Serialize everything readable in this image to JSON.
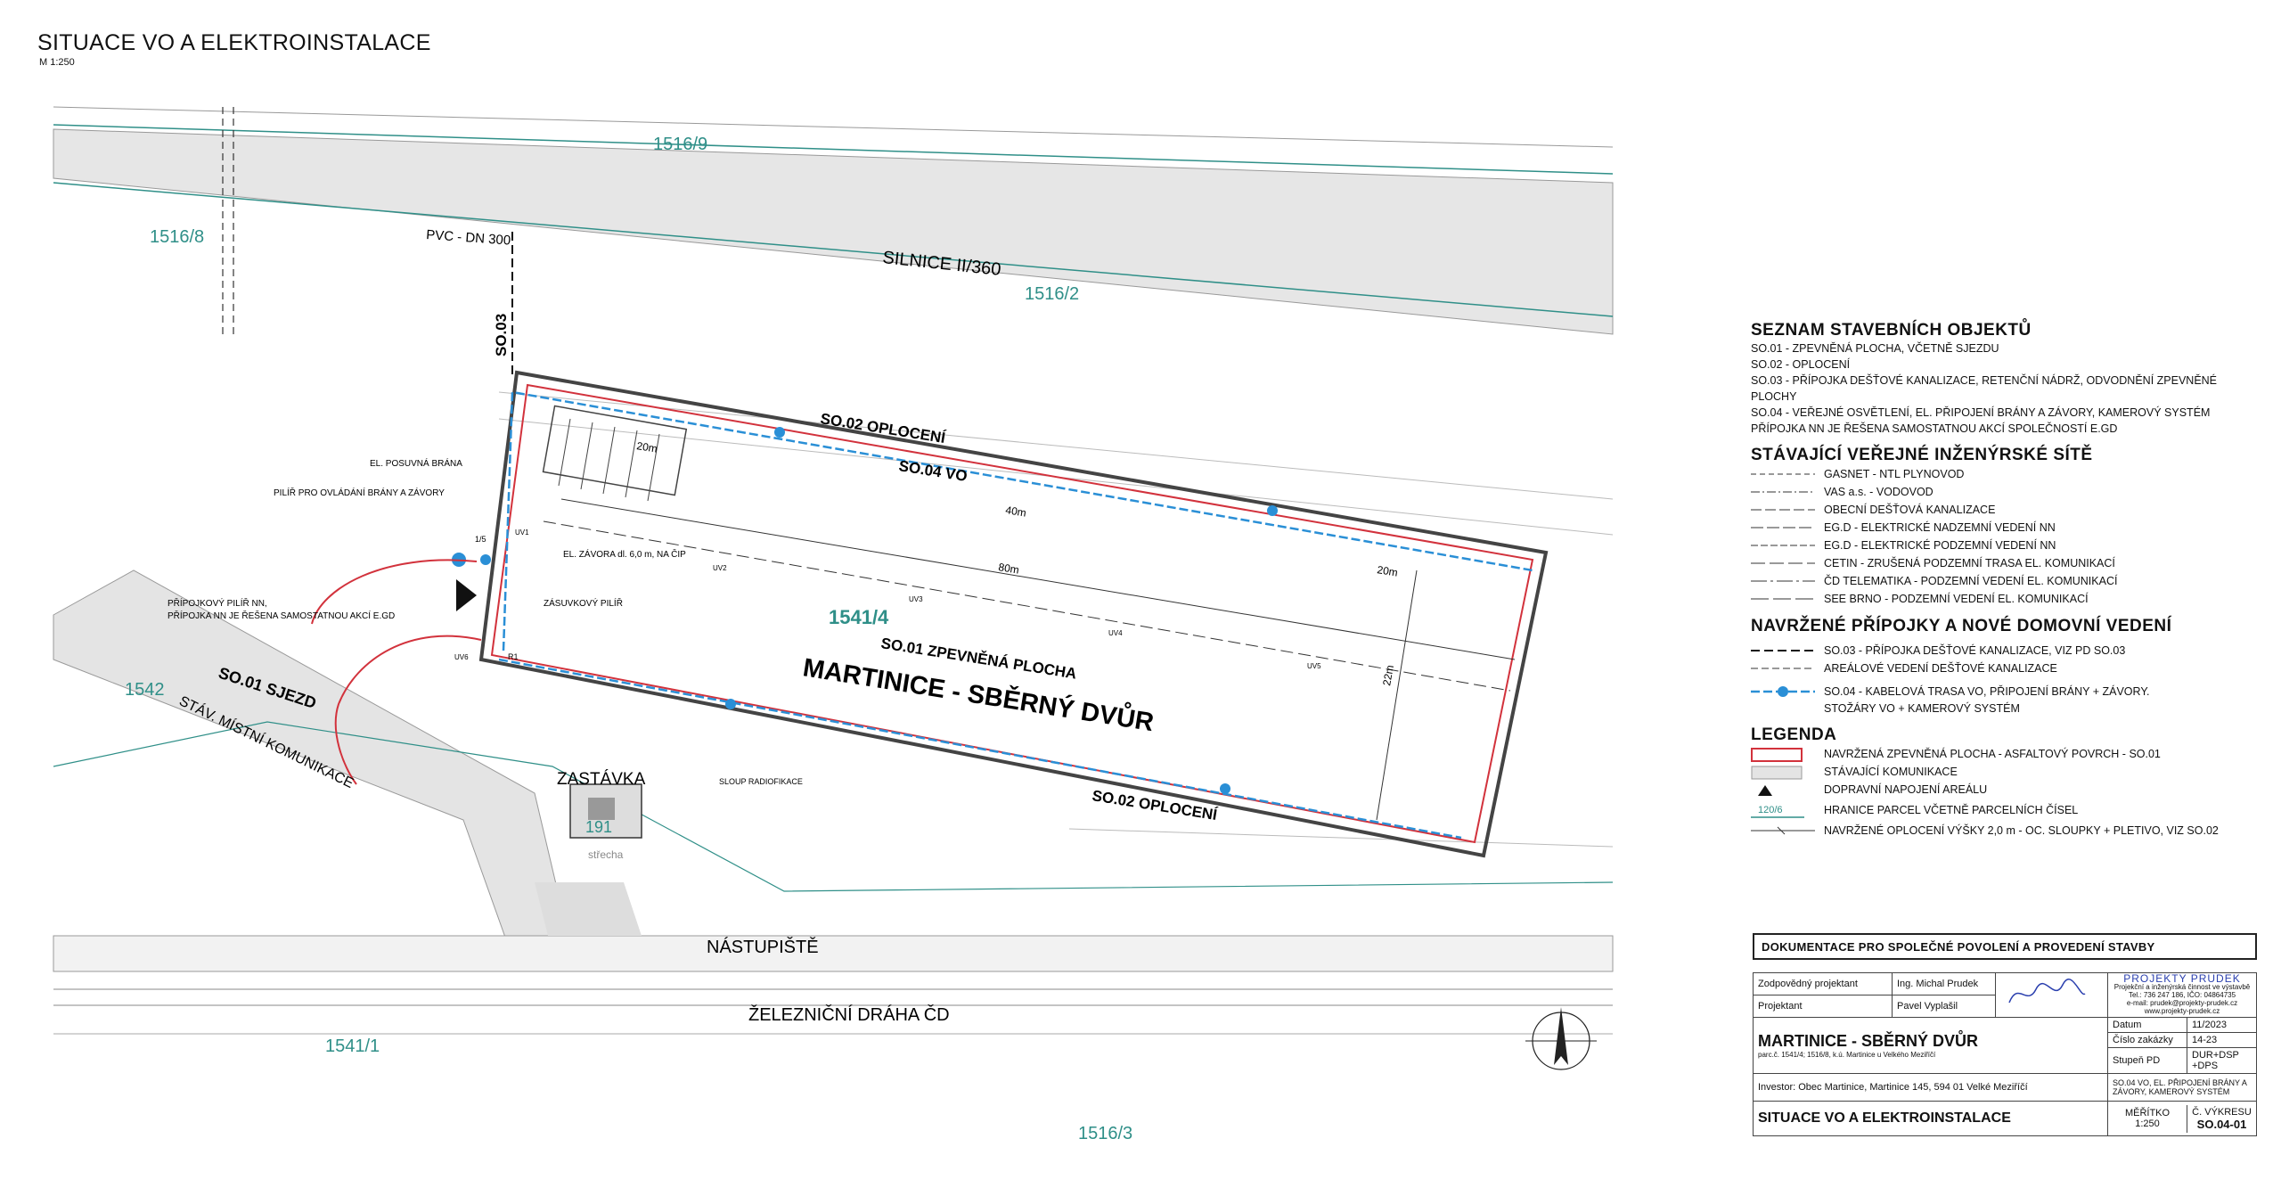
{
  "title": "SITUACE VO A ELEKTROINSTALACE",
  "scale": "M 1:250",
  "map": {
    "parcels": [
      "1516/9",
      "1516/8",
      "1516/2",
      "1542",
      "1541/4",
      "191",
      "1541/1",
      "1516/3"
    ],
    "road_label": "SILNICE II/360",
    "pipe_label": "PVC - DN 300",
    "so03_label": "SO.03",
    "so02_top": "SO.02 OPLOCENÍ",
    "so04": "SO.04 VO",
    "so02_bottom": "SO.02 OPLOCENÍ",
    "so01_title": "SO.01 ZPEVNĚNÁ PLOCHA",
    "main_title": "MARTINICE - SBĚRNÝ DVŮR",
    "so01_sjezd": "SO.01 SJEZD",
    "local_road": "STÁV. MÍSTNÍ KOMUNIKACE",
    "zastavka": "ZASTÁVKA",
    "strecha": "střecha",
    "nastupiste": "NÁSTUPIŠTĚ",
    "railway": "ŽELEZNIČNÍ DRÁHA ČD",
    "notes": {
      "posuvna": "EL. POSUVNÁ BRÁNA",
      "pilir": "PILÍŘ PRO OVLÁDÁNÍ BRÁNY A ZÁVORY",
      "pripojkovy1": "PŘÍPOJKOVÝ PILÍŘ NN,",
      "pripojkovy2": "PŘÍPOJKA NN JE ŘEŠENA SAMOSTATNOU AKCÍ E.GD",
      "zavora": "EL. ZÁVORA dl. 6,0 m, NA ČIP",
      "zasuvkovy": "ZÁSUVKOVÝ PILÍŘ",
      "sloup": "SLOUP RADIOFIKACE"
    },
    "dims": {
      "d20a": "20m",
      "d40": "40m",
      "d80": "80m",
      "d20b": "20m",
      "d22": "22m"
    },
    "uvs": [
      "UV1",
      "UV2",
      "UV3",
      "UV4",
      "UV5",
      "UV6"
    ],
    "small_tags": {
      "r1": "R1",
      "r15": "1/5"
    }
  },
  "legend": {
    "objects_title": "SEZNAM STAVEBNÍCH OBJEKTŮ",
    "objects": [
      "SO.01 - ZPEVNĚNÁ PLOCHA, VČETNĚ SJEZDU",
      "SO.02 - OPLOCENÍ",
      "SO.03 - PŘÍPOJKA DEŠŤOVÉ KANALIZACE, RETENČNÍ NÁDRŽ, ODVODNĚNÍ ZPEVNĚNÉ PLOCHY",
      "SO.04 - VEŘEJNÉ OSVĚTLENÍ, EL. PŘIPOJENÍ BRÁNY A ZÁVORY, KAMEROVÝ SYSTÉM",
      "PŘÍPOJKA NN JE ŘEŠENA SAMOSTATNOU AKCÍ SPOLEČNOSTÍ E.GD"
    ],
    "networks_title": "STÁVAJÍCÍ VEŘEJNÉ INŽENÝRSKÉ SÍTĚ",
    "networks": [
      "GASNET - NTL PLYNOVOD",
      "VAS a.s. - VODOVOD",
      "OBECNÍ DEŠŤOVÁ KANALIZACE",
      "EG.D - ELEKTRICKÉ NADZEMNÍ VEDENÍ NN",
      "EG.D - ELEKTRICKÉ PODZEMNÍ VEDENÍ NN",
      "CETIN - ZRUŠENÁ PODZEMNÍ TRASA EL. KOMUNIKACÍ",
      "ČD TELEMATIKA - PODZEMNÍ VEDENÍ EL. KOMUNIKACÍ",
      "SEE BRNO - PODZEMNÍ VEDENÍ EL. KOMUNIKACÍ"
    ],
    "proposed_title": "NAVRŽENÉ PŘÍPOJKY A NOVÉ DOMOVNÍ VEDENÍ",
    "proposed": [
      "SO.03 - PŘÍPOJKA DEŠŤOVÉ KANALIZACE, VIZ PD SO.03",
      "AREÁLOVÉ VEDENÍ DEŠŤOVÉ KANALIZACE",
      "SO.04 - KABELOVÁ TRASA VO, PŘIPOJENÍ BRÁNY + ZÁVORY.",
      "STOŽÁRY VO + KAMEROVÝ SYSTÉM"
    ],
    "legend_title": "LEGENDA",
    "legend_items": [
      "NAVRŽENÁ ZPEVNĚNÁ PLOCHA - ASFALTOVÝ POVRCH - SO.01",
      "STÁVAJÍCÍ KOMUNIKACE",
      "DOPRAVNÍ NAPOJENÍ AREÁLU",
      "HRANICE PARCEL VČETNĚ PARCELNÍCH ČÍSEL",
      "NAVRŽENÉ OPLOCENÍ VÝŠKY 2,0 m - OC. SLOUPKY + PLETIVO, VIZ SO.02"
    ],
    "parcel_sample": "120/6"
  },
  "title_block": {
    "header": "DOKUMENTACE PRO SPOLEČNÉ POVOLENÍ A PROVEDENÍ STAVBY",
    "zodp_label": "Zodpovědný projektant",
    "zodp_value": "Ing. Michal Prudek",
    "proj_label": "Projektant",
    "proj_value": "Pavel Vyplašil",
    "company_name": "PROJEKTY PRUDEK",
    "company_lines": [
      "Projekční a inženýrská činnost ve výstavbě",
      "Tel.: 736 247 186, IČO: 04864735",
      "e-mail: prudek@projekty-prudek.cz",
      "www.projekty-prudek.cz"
    ],
    "project_name": "MARTINICE - SBĚRNÝ DVŮR",
    "project_sub": "parc.č. 1541/4; 1516/8, k.ú. Martinice u Velkého Meziříčí",
    "investor": "Investor:  Obec Martinice, Martinice 145, 594 01 Velké Meziříčí",
    "datum_label": "Datum",
    "datum_value": "11/2023",
    "cislo_label": "Číslo zakázky",
    "cislo_value": "14-23",
    "stupen_label": "Stupeň PD",
    "stupen_value": "DUR+DSP +DPS",
    "so_desc": "SO.04 VO, EL. PŘIPOJENÍ BRÁNY A ZÁVORY, KAMEROVÝ SYSTÉM",
    "drawing_name": "SITUACE VO A ELEKTROINSTALACE",
    "meritko_label": "MĚŘÍTKO",
    "meritko_value": "1:250",
    "vykres_label": "Č. VÝKRESU",
    "vykres_value": "SO.04-01"
  },
  "colors": {
    "teal": "#2f8f88",
    "red": "#d2323c",
    "blue": "#2a8fd6",
    "road": "#e4e4e4"
  }
}
